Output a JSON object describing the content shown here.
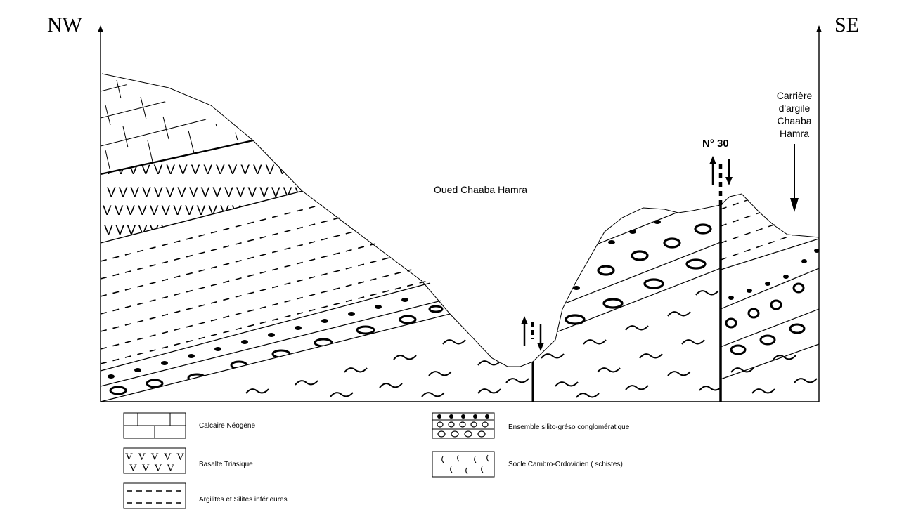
{
  "orientation": {
    "left": "NW",
    "right": "SE"
  },
  "labels": {
    "valley": "Oued Chaaba Hamra",
    "fault": "N° 30",
    "quarry": [
      "Carrière",
      "d'argile",
      "Chaaba",
      "Hamra"
    ]
  },
  "legend": [
    {
      "pattern": "limestone",
      "label": "Calcaire Néogène"
    },
    {
      "pattern": "basalt",
      "label": "Basalte Triasique"
    },
    {
      "pattern": "clay",
      "label": "Argilites et Silites inférieures"
    },
    {
      "pattern": "conglomerate",
      "label": "Ensemble silito-gréso conglomératique"
    },
    {
      "pattern": "schist",
      "label": "Socle Cambro-Ordovicien ( schistes)"
    }
  ],
  "colors": {
    "ink": "#000000",
    "background": "#ffffff"
  }
}
